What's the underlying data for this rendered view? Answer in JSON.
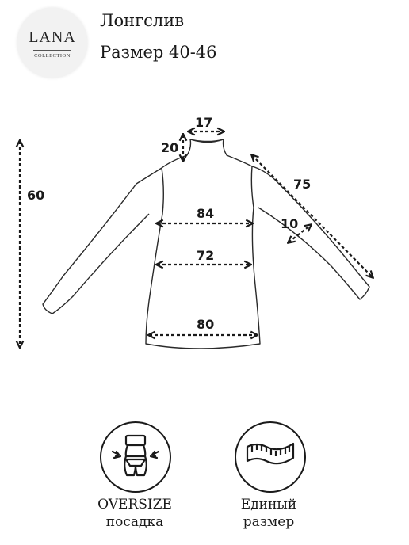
{
  "brand": {
    "name": "LANA",
    "subtitle": "COLLECTION"
  },
  "product": {
    "title": "Лонгслив",
    "size_text": "Размер 40-46"
  },
  "measurements": {
    "neck_width": "17",
    "neck_height": "20",
    "length": "60",
    "sleeve_length": "75",
    "cuff_width": "10",
    "chest": "84",
    "waist": "72",
    "hem": "80"
  },
  "badges": [
    {
      "line1": "OVERSIZE",
      "line2": "посадка",
      "icon": "body-silhouette-icon"
    },
    {
      "line1": "Единый",
      "line2": "размер",
      "icon": "measuring-tape-icon"
    }
  ]
}
